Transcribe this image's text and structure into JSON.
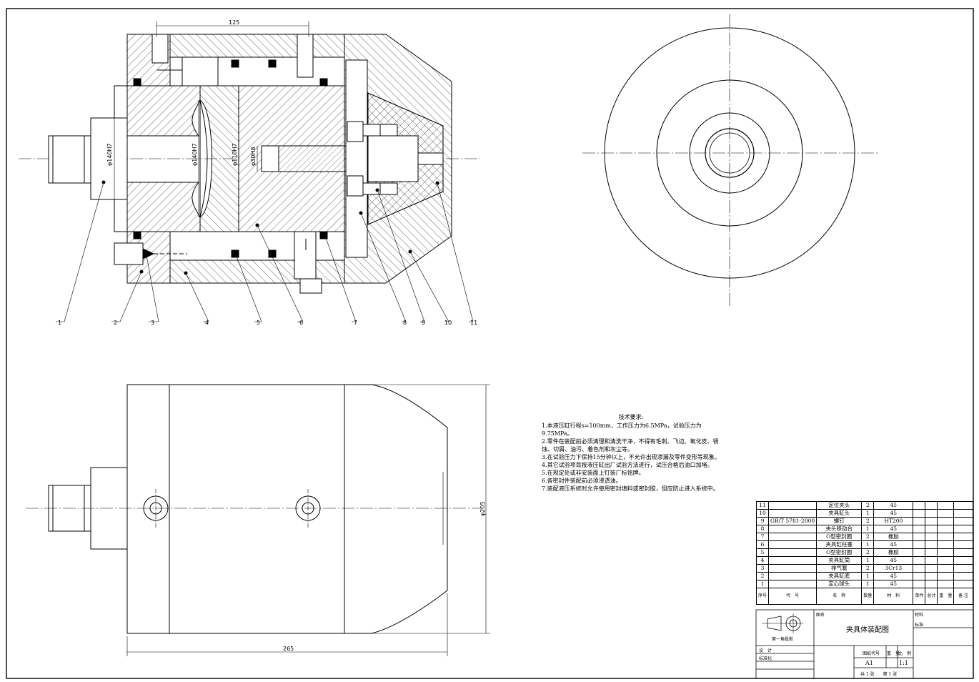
{
  "dimensions": {
    "top_width": "125",
    "bottom_width": "265",
    "overall_height": "φ205",
    "bore_a": "φ140H7",
    "bore_b": "φ140H7",
    "bore_c": "φ110H7",
    "bore_d": "φ30H8"
  },
  "balloons": [
    "1",
    "2",
    "3",
    "4",
    "5",
    "6",
    "7",
    "8",
    "9",
    "10",
    "11"
  ],
  "tech_requirements": {
    "title": "技术要求:",
    "lines": [
      "1.本液压缸行程s=100mm，工作压力为6.5MPa，试验压力为9.75MPa。",
      "2.零件在装配前必须清理和清洗干净，不得有毛刺、飞边、氧化皮、锈蚀、切屑、油污、着色剂和灰尘等。",
      "3.在试验压力下保持15分钟以上，不允许出现渗漏及零件变形等现象。",
      "4.其它试验项目按液压缸出厂试验方法进行，试压合格后油口加堵。",
      "5.在规定处或非安装面上钉装厂标铭牌。",
      "6.各密封件装配前必须浸透油。",
      "7.装配液压系统时允许使用密封填料或密封胶，但应防止进入系统中。"
    ]
  },
  "bom": {
    "rows": [
      {
        "no": "11",
        "code": "",
        "name": "定位夹头",
        "qty": "2",
        "mat": "45"
      },
      {
        "no": "10",
        "code": "",
        "name": "夹具缸头",
        "qty": "1",
        "mat": "45"
      },
      {
        "no": "9",
        "code": "GB/T 5781-2000",
        "name": "螺钉",
        "qty": "2",
        "mat": "HT200"
      },
      {
        "no": "8",
        "code": "",
        "name": "夹头移动台",
        "qty": "1",
        "mat": "45"
      },
      {
        "no": "7",
        "code": "",
        "name": "O型密封圈",
        "qty": "2",
        "mat": "橡胶"
      },
      {
        "no": "6",
        "code": "",
        "name": "夹具缸柱塞",
        "qty": "1",
        "mat": "45"
      },
      {
        "no": "5",
        "code": "",
        "name": "O型密封圈",
        "qty": "2",
        "mat": "橡胶"
      },
      {
        "no": "4",
        "code": "",
        "name": "夹具缸筒",
        "qty": "1",
        "mat": "45"
      },
      {
        "no": "3",
        "code": "",
        "name": "排气塞",
        "qty": "2",
        "mat": "3Cr13"
      },
      {
        "no": "2",
        "code": "",
        "name": "夹具缸底",
        "qty": "1",
        "mat": "45"
      },
      {
        "no": "1",
        "code": "",
        "name": "定心球头",
        "qty": "1",
        "mat": "45"
      }
    ],
    "header": {
      "no": "序号",
      "code": "代　号",
      "name": "名　称",
      "qty": "数量",
      "mat": "材　料",
      "unit": "单件",
      "total": "总计",
      "weight": "重　量",
      "remark": "备 注"
    }
  },
  "title_block": {
    "drawing_name_label": "图名",
    "drawing_name": "夹具体装配图",
    "material_label": "材料",
    "mark_label": "标准",
    "projection_label": "第一角投影",
    "design_label": "设　计",
    "standard_label": "标准化",
    "code_label": "图纸代号",
    "weight_label": "重　量",
    "scale_label": "比　例",
    "size": "A1",
    "scale": "1:1",
    "sheets": "共 1 张　　第 1 张"
  }
}
